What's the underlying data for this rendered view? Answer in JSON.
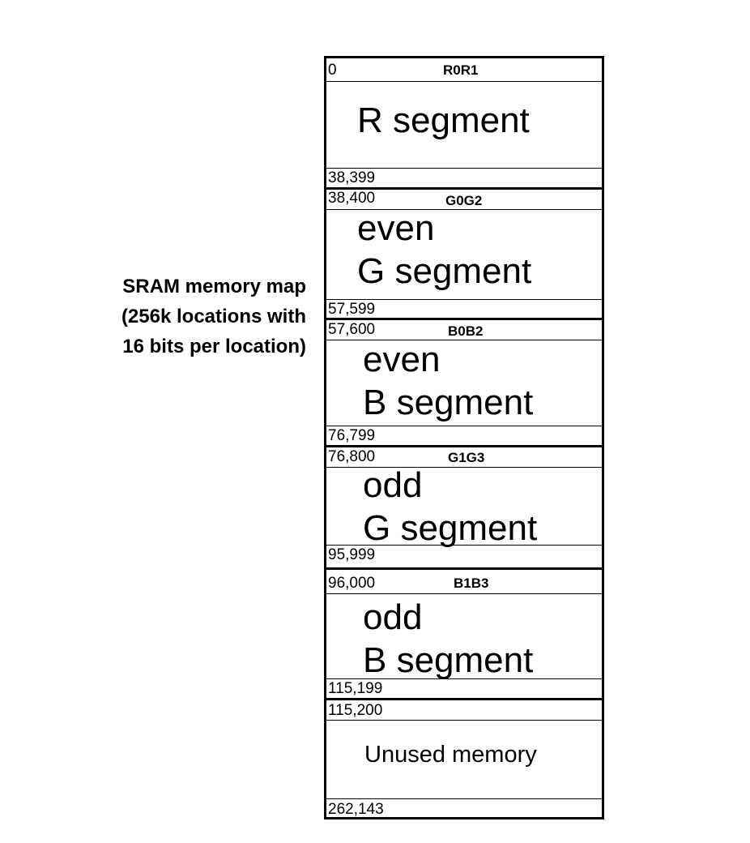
{
  "caption": {
    "line1": "SRAM memory map",
    "line2": "(256k locations with",
    "line3": "16 bits per location)"
  },
  "segments": [
    {
      "start": "0",
      "tag": "R0R1",
      "line1": "R segment",
      "line2": "",
      "end": "38,399"
    },
    {
      "start": "38,400",
      "tag": "G0G2",
      "line1": "even",
      "line2": "G segment",
      "end": "57,599"
    },
    {
      "start": "57,600",
      "tag": "B0B2",
      "line1": "even",
      "line2": "B segment",
      "end": "76,799"
    },
    {
      "start": "76,800",
      "tag": "G1G3",
      "line1": "odd",
      "line2": "G segment",
      "end": "95,999"
    },
    {
      "start": "96,000",
      "tag": "B1B3",
      "line1": "odd",
      "line2": "B segment",
      "end": "115,199"
    },
    {
      "start": "115,200",
      "tag": "",
      "line1": "Unused memory",
      "line2": "",
      "end": "262,143"
    }
  ]
}
